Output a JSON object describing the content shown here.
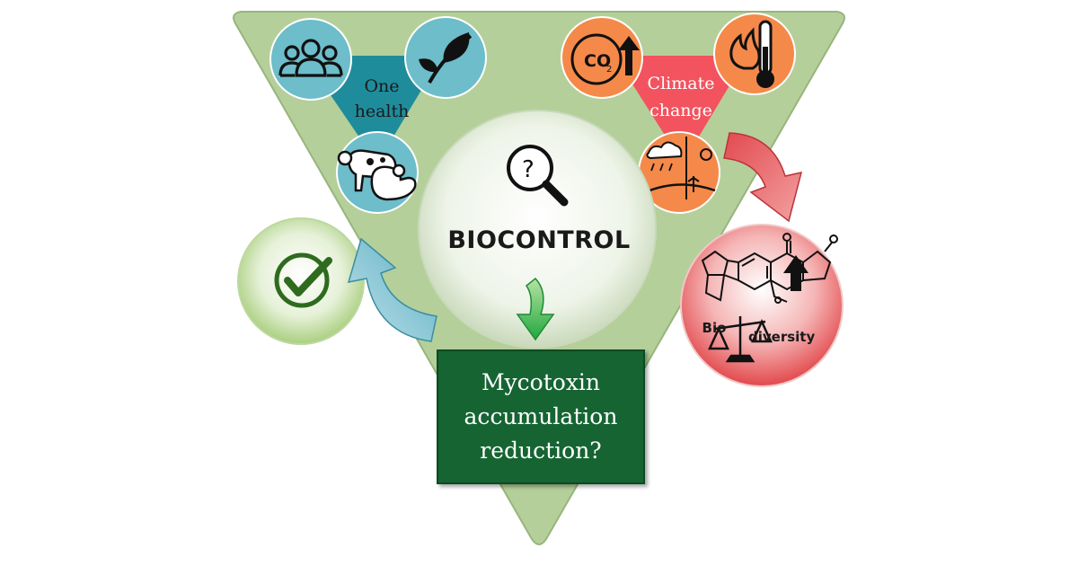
{
  "one_health": {
    "label_line1": "One",
    "label_line2": "health",
    "icons": [
      "people-icon",
      "leaf-icon",
      "animals-icon"
    ]
  },
  "climate_change": {
    "label_line1": "Climate",
    "label_line2": "change",
    "icons": [
      "co2-up-icon",
      "heat-thermometer-icon",
      "weather-landscape-icon"
    ],
    "co2_text": "CO",
    "co2_sub": "2"
  },
  "center": {
    "title": "BIOCONTROL",
    "icon": "magnifier-question-icon",
    "question_mark": "?"
  },
  "result_box": {
    "line1": "Mycotoxin",
    "line2": "accumulation",
    "line3": "reduction?"
  },
  "right_circle": {
    "icon": "mycotoxin-molecule-icon",
    "bio_part1": "Bio",
    "bio_part2": "diversity",
    "balance_icon": "balance-scale-icon"
  },
  "left_circle": {
    "icon": "checkmark-icon"
  },
  "colors": {
    "triangle": "#b5cf9a",
    "one_health": "#6dbdca",
    "one_health_dark": "#1f8c9c",
    "climate": "#f5894a",
    "climate_dark": "#f2535e",
    "result_box": "#156432",
    "check": "#2e6b1f",
    "green_arrow": "#2fb44a",
    "blue_arrow": "#62b6c8",
    "red_arrow": "#e8444a"
  }
}
